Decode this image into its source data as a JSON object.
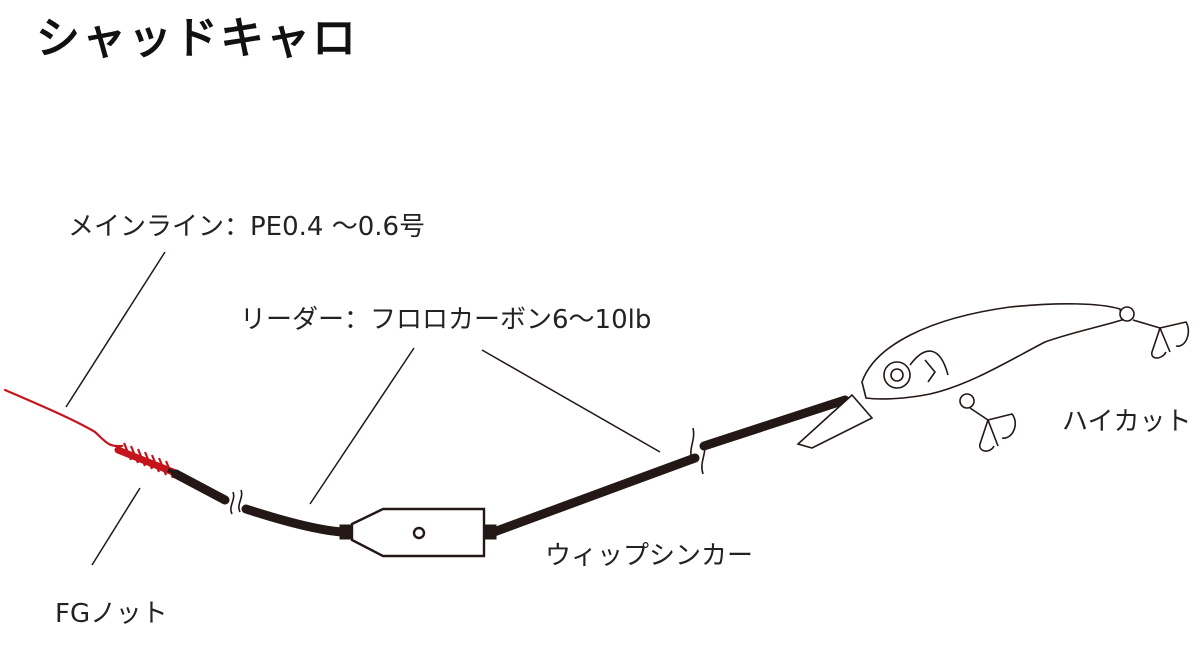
{
  "title": "シャッドキャロ",
  "labels": {
    "main_line": "メインライン：PE0.4 ～0.6号",
    "leader": "リーダー：フロロカーボン6～10lb",
    "hicut": "ハイカット",
    "whip_sinker": "ウィップシンカー",
    "fg_knot": "FGノット"
  },
  "colors": {
    "main_line": "#c4151c",
    "leader": "#231815",
    "outline": "#231815",
    "background": "#ffffff"
  }
}
